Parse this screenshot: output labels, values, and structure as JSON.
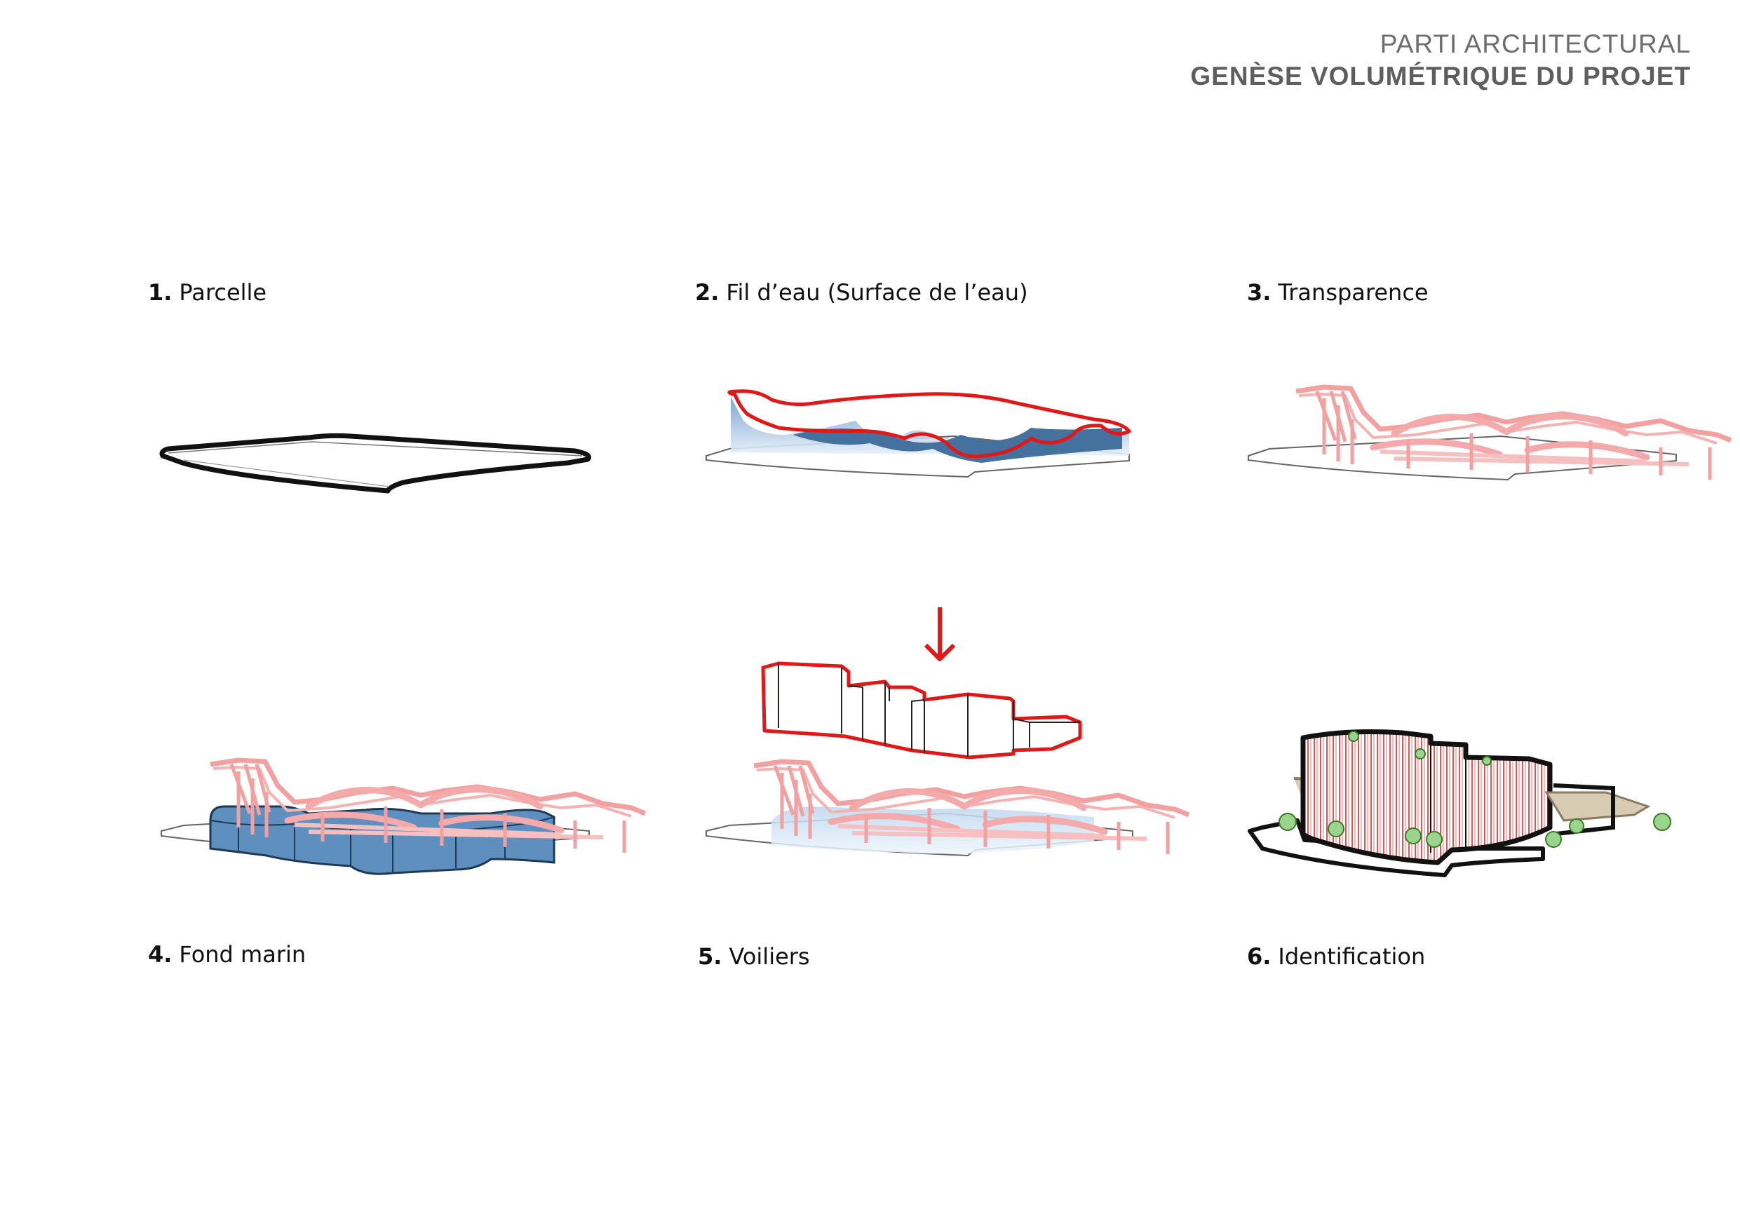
{
  "header": {
    "line1": "PARTI ARCHITECTURAL",
    "line2": "GENÈSE VOLUMÉTRIQUE DU PROJET"
  },
  "steps": [
    {
      "num": "1.",
      "label": "Parcelle"
    },
    {
      "num": "2.",
      "label": "Fil d’eau (Surface de l’eau)"
    },
    {
      "num": "3.",
      "label": "Transparence"
    },
    {
      "num": "4.",
      "label": "Fond marin"
    },
    {
      "num": "5.",
      "label": "Voiliers"
    },
    {
      "num": "6.",
      "label": "Identification"
    }
  ],
  "colors": {
    "structure_red": "#f4a3a3",
    "accent_red": "#e01818",
    "water_blue": "#5f8fbf",
    "water_light": "#cfe2f3",
    "outline": "#111111",
    "vegetation": "#8ccf7e"
  }
}
